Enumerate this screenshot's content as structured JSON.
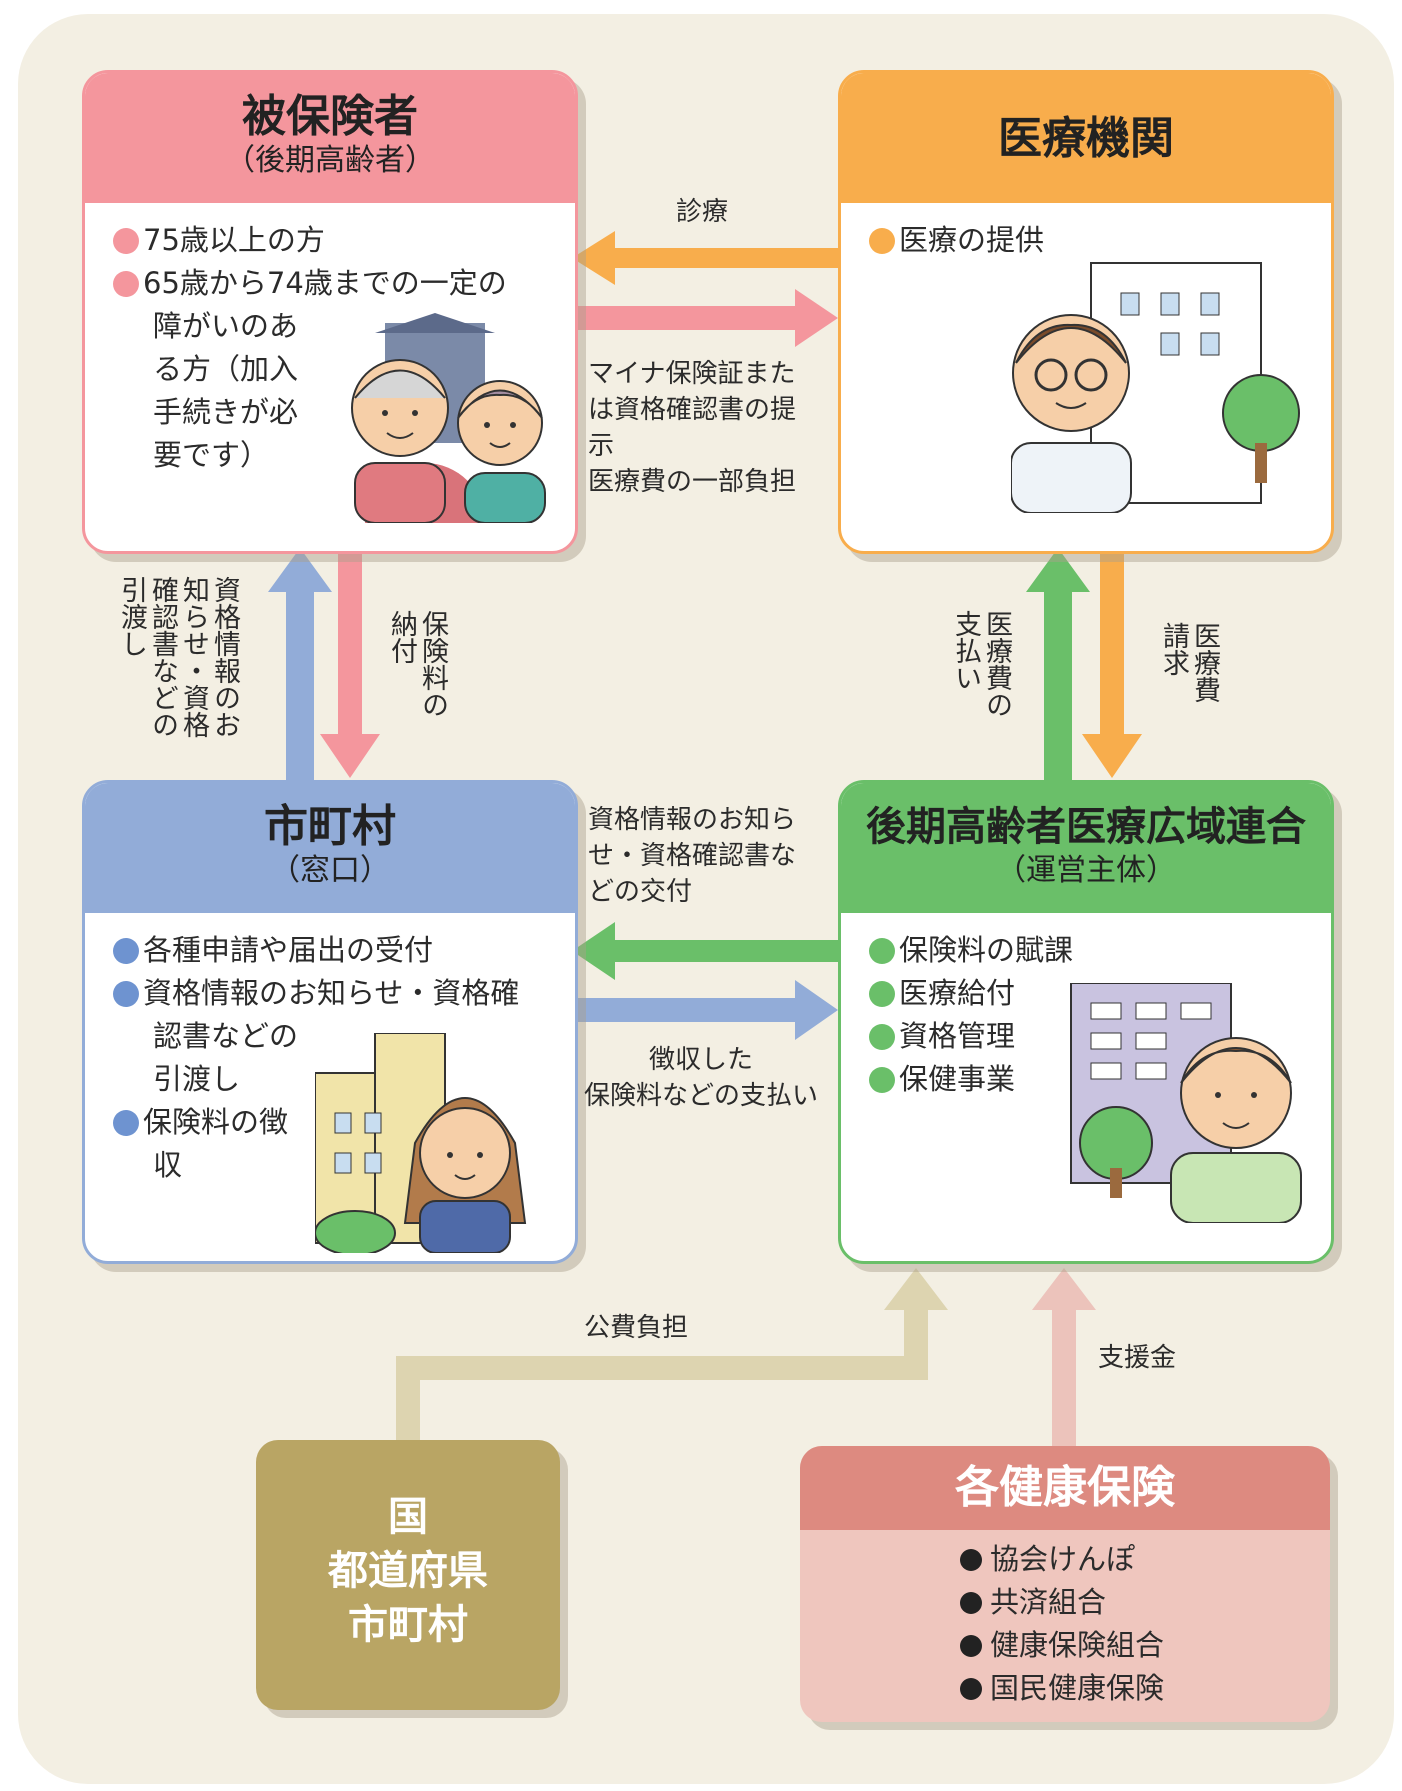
{
  "insured": {
    "title": "被保険者",
    "subtitle": "（後期高齢者）",
    "items": [
      "75歳以上の方",
      "65歳から74歳までの一定の"
    ],
    "item_cont": [
      "障がいのあ",
      "る方（加入",
      "手続きが必",
      "要です）"
    ]
  },
  "medical": {
    "title": "医療機関",
    "items": [
      "医療の提供"
    ]
  },
  "city": {
    "title": "市町村",
    "subtitle": "（窓口）",
    "item1": "各種申請や届出の受付",
    "item2": "資格情報のお知らせ・資格確",
    "item2_cont": [
      "認書などの",
      "引渡し"
    ],
    "item3": "保険料の徴",
    "item3_cont": "収"
  },
  "union": {
    "title": "後期高齢者医療広域連合",
    "subtitle": "（運営主体）",
    "items": [
      "保険料の賦課",
      "医療給付",
      "資格管理",
      "保健事業"
    ]
  },
  "state": {
    "lines": [
      "国",
      "都道府県",
      "市町村"
    ]
  },
  "insurance": {
    "title": "各健康保険",
    "items": [
      "協会けんぽ",
      "共済組合",
      "健康保険組合",
      "国民健康保険"
    ]
  },
  "labels": {
    "shinryo": "診療",
    "mynumber": [
      "マイナ保険証また",
      "は資格確認書の提",
      "示",
      "医療費の一部負担"
    ],
    "shikaku_left": "資格情報のお知らせ・資格確認書などの引渡し",
    "hokenryo_nofu": "保険料の納付",
    "iryohi_shiharai": "医療費の支払い",
    "iryohi_seikyu": "医療費請求",
    "shikaku_mid": [
      "資格情報のお知ら",
      "せ・資格確認書な",
      "どの交付"
    ],
    "choshu": [
      "徴収した",
      "保険料などの支払い"
    ],
    "kohi": "公費負担",
    "shienkin": "支援金"
  },
  "colors": {
    "pink": "#f4969d",
    "orange": "#f8ad4c",
    "blue": "#92acd8",
    "green": "#6abf69",
    "khaki": "#b9a564",
    "rose": "#dd8a80",
    "tan_arrow": "#ddd4b0",
    "rose_arrow": "#ecc3bb"
  }
}
